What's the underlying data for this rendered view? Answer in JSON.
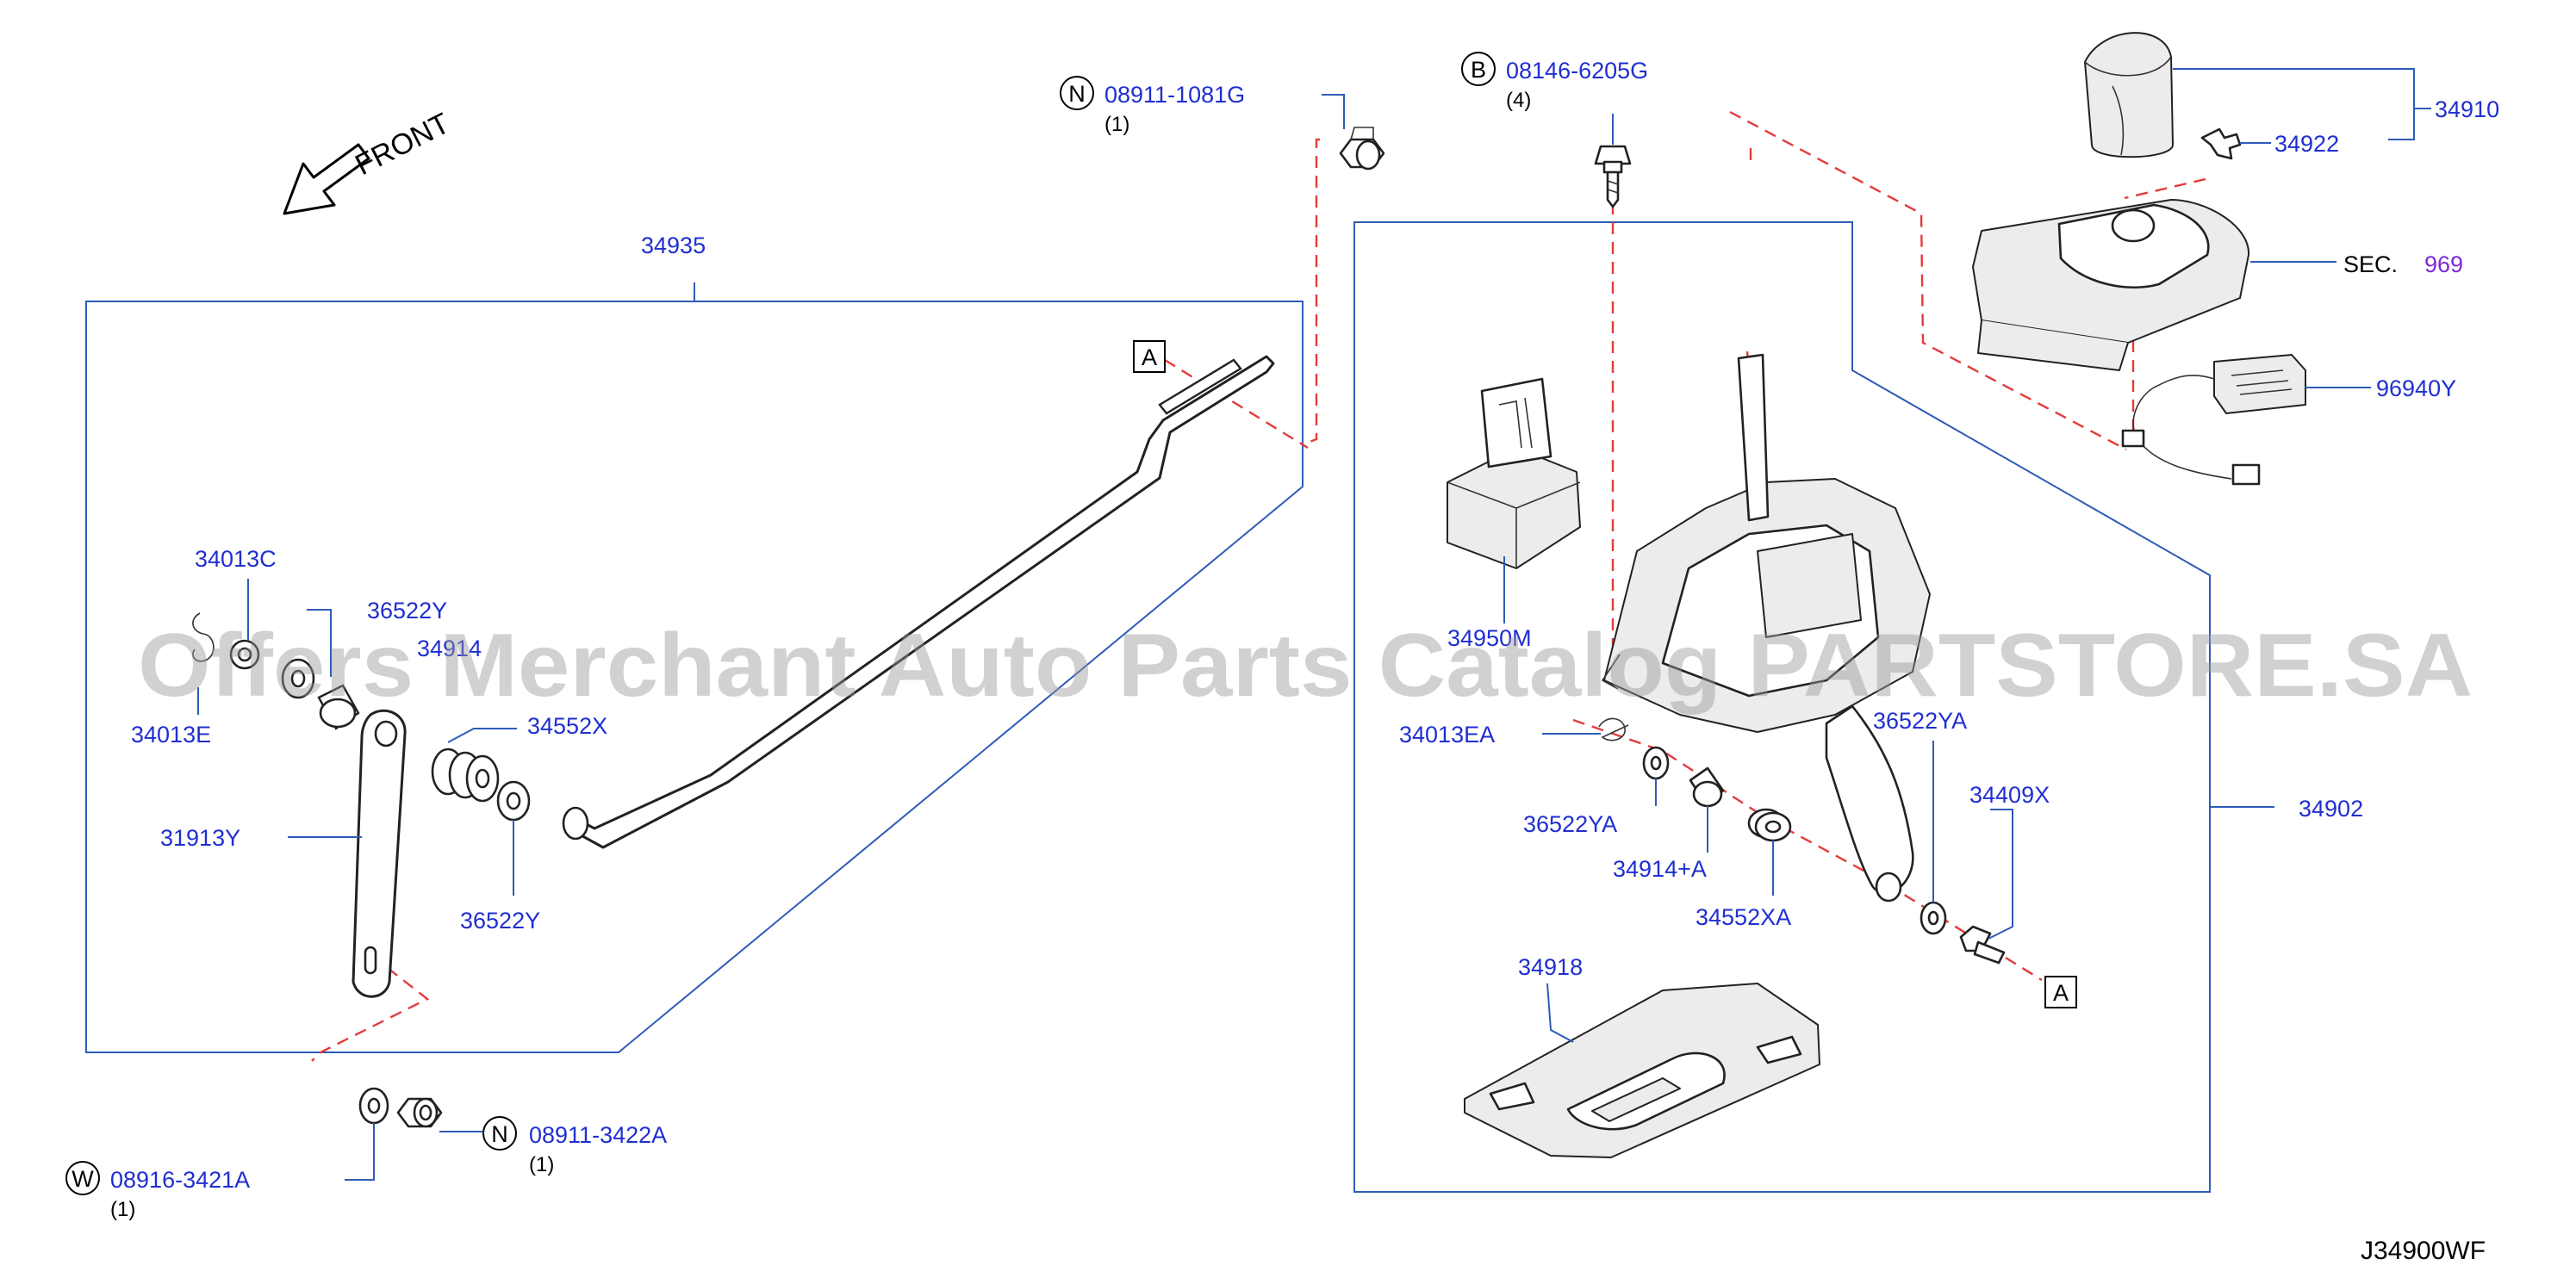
{
  "diagram": {
    "code": "J34900WF",
    "watermark": "Offers Merchant Auto Parts Catalog PARTSTORE.SA",
    "front_label": "FRONT",
    "colors": {
      "label": "#1f2fd0",
      "leader": "#2e5cb8",
      "dashed": "#e43b3b",
      "section": "#7b2bd6"
    },
    "fasteners": [
      {
        "prefix": "N",
        "part": "08911-1081G",
        "qty": "(1)"
      },
      {
        "prefix": "B",
        "part": "08146-6205G",
        "qty": "(4)"
      },
      {
        "prefix": "N",
        "part": "08911-3422A",
        "qty": "(1)"
      },
      {
        "prefix": "W",
        "part": "08916-3421A",
        "qty": "(1)"
      }
    ],
    "parts": [
      "34935",
      "34013C",
      "36522Y",
      "34914",
      "34013E",
      "34552X",
      "31913Y",
      "36522Y",
      "34910",
      "34922",
      "96940Y",
      "34950M",
      "34013EA",
      "36522YA",
      "36522YA",
      "34409X",
      "34914+A",
      "34552XA",
      "34902",
      "34918"
    ],
    "ref_markers": [
      "A",
      "A"
    ],
    "section_ref": {
      "label": "SEC.",
      "number": "969"
    }
  }
}
